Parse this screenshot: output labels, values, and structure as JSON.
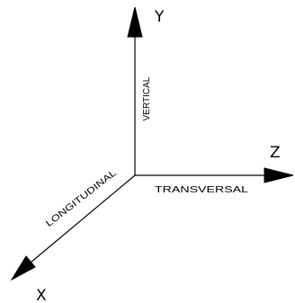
{
  "axes": {
    "y": {
      "letter": "Y",
      "caption": "VERTICAL"
    },
    "z": {
      "letter": "Z",
      "caption": "TRANSVERSAL"
    },
    "x": {
      "letter": "X",
      "caption": "LONGITUDINAL"
    }
  },
  "colors": {
    "ink": "#000000",
    "background": "#ffffff"
  }
}
